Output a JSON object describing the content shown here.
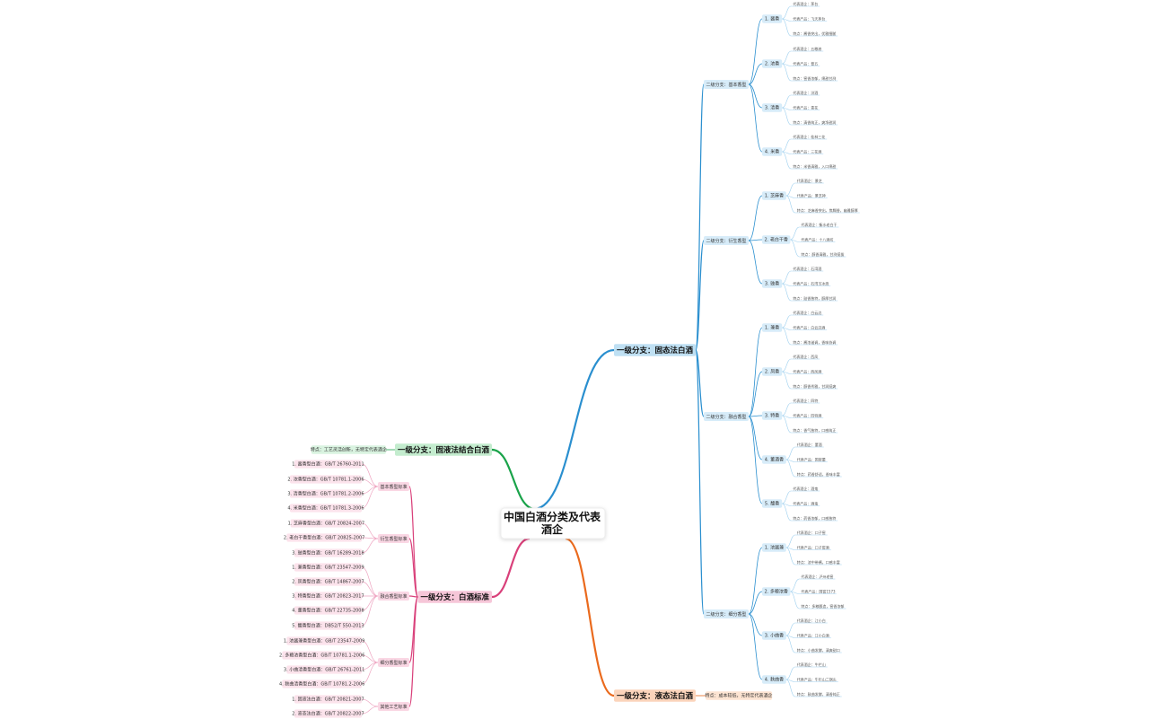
{
  "root": {
    "line1": "中国白酒分类及代表",
    "line2": "酒企"
  },
  "colors": {
    "blue": "#2a8fcf",
    "green": "#1aa34a",
    "pink": "#d9407a",
    "orange": "#ea6a1d"
  },
  "branches": {
    "solid": {
      "label": "一级分支：固态法白酒",
      "groups": [
        {
          "label": "二级分支：基本香型",
          "items": [
            {
              "label": "1. 酱香",
              "leaves": [
                "代表酒企：茅台",
                "代表产品：飞天茅台",
                "特点：酱香突出，优雅细腻"
              ]
            },
            {
              "label": "2. 浓香",
              "leaves": [
                "代表酒企：五粮液",
                "代表产品：普五",
                "特点：窖香浓郁，绵甜甘洌"
              ]
            },
            {
              "label": "3. 清香",
              "leaves": [
                "代表酒企：汾酒",
                "代表产品：青花",
                "特点：清香纯正，爽净甜润"
              ]
            },
            {
              "label": "4. 米香",
              "leaves": [
                "代表酒企：桂林三花",
                "代表产品：三花酒",
                "特点：米香清雅，入口绵甜"
              ]
            }
          ]
        },
        {
          "label": "二级分支：衍生香型",
          "items": [
            {
              "label": "1. 芝麻香",
              "leaves": [
                "代表酒企：景芝",
                "代表产品：景芝神",
                "特点：芝麻香突出，焦糊香，幽雅醇厚"
              ]
            },
            {
              "label": "2. 老白干香",
              "leaves": [
                "代表酒企：衡水老白干",
                "代表产品：十八酒坊",
                "特点：醇香清雅，甘洌挺拔"
              ]
            },
            {
              "label": "3. 豉香",
              "leaves": [
                "代表酒企：石湾酒",
                "代表产品：石湾玉冰烧",
                "特点：豉香独特，醇厚甘润"
              ]
            }
          ]
        },
        {
          "label": "二级分支：融合香型",
          "items": [
            {
              "label": "1. 兼香",
              "leaves": [
                "代表酒企：白云边",
                "代表产品：白云边酒",
                "特点：酱浓谐调，香味协调"
              ]
            },
            {
              "label": "2. 凤香",
              "leaves": [
                "代表酒企：西凤",
                "代表产品：西凤酒",
                "特点：醇香秀雅，甘润挺爽"
              ]
            },
            {
              "label": "3. 特香",
              "leaves": [
                "代表酒企：四特",
                "代表产品：四特酒",
                "特点：香气独特，口感纯正"
              ]
            },
            {
              "label": "4. 董酒香",
              "leaves": [
                "代表酒企：董酒",
                "代表产品：国密董",
                "特点：药香舒适，香味丰富"
              ]
            },
            {
              "label": "5. 馥香",
              "leaves": [
                "代表酒企：酒鬼",
                "代表产品：酒鬼",
                "特点：药香浓郁，口感独特"
              ]
            }
          ]
        },
        {
          "label": "二级分支：细分香型",
          "items": [
            {
              "label": "1. 浓酱兼",
              "leaves": [
                "代表酒企：口子窖",
                "代表产品：口子窖酒",
                "特点：浓中带酱，口感丰富"
              ]
            },
            {
              "label": "2. 多粮浓香",
              "leaves": [
                "代表酒企：泸州老窖",
                "代表产品：国窖1573",
                "特点：多粮酿造，窖香浓郁"
              ]
            },
            {
              "label": "3. 小曲香",
              "leaves": [
                "代表酒企：江小白",
                "代表产品：江小白酒",
                "特点：小曲发酵，清爽甜口"
              ]
            },
            {
              "label": "4. 麸曲香",
              "leaves": [
                "代表酒企：牛栏山",
                "代表产品：牛栏山二锅头",
                "特点：麸曲发酵，清香纯正"
              ]
            }
          ]
        }
      ]
    },
    "mixed": {
      "label": "一级分支：固液法结合白酒",
      "note": "特点：工艺灵活创新，无特定代表酒企"
    },
    "standard": {
      "label": "一级分支：白酒标准",
      "groups": [
        {
          "label": "基本香型标准",
          "items": [
            "1. 酱香型白酒：GB/T 26760-2011",
            "2. 浓香型白酒：GB/T 10781.1-2006",
            "3. 清香型白酒：GB/T 10781.2-2006",
            "4. 米香型白酒：GB/T 10781.3-2006"
          ]
        },
        {
          "label": "衍生香型标准",
          "items": [
            "1. 芝麻香型白酒：GB/T 20824-2007",
            "2. 老白干香型白酒：GB/T 20825-2007",
            "3. 豉香型白酒：GB/T 16289-2018"
          ]
        },
        {
          "label": "融合香型标准",
          "items": [
            "1. 兼香型白酒：GB/T 23547-2009",
            "2. 凤香型白酒：GB/T 14867-2007",
            "3. 特香型白酒：GB/T 20823-2017",
            "4. 董香型白酒：GB/T 22735-2008",
            "5. 馥香型白酒：DB52/T 550-2013"
          ]
        },
        {
          "label": "细分香型标准",
          "items": [
            "1. 浓酱兼香型白酒：GB/T 23547-2009",
            "2. 多粮浓香型白酒：GB/T 10781.1-2006",
            "3. 小曲清香型白酒：GB/T 26761-2011",
            "4. 麸曲清香型白酒：GB/T 10781.2-2006"
          ]
        },
        {
          "label": "其他工艺标准",
          "items": [
            "1. 固液法白酒：GB/T 20821-2007",
            "2. 液态法白酒：GB/T 20822-2007"
          ]
        }
      ]
    },
    "liquid": {
      "label": "一级分支：液态法白酒",
      "note": "特点：成本较低，无特定代表酒企"
    }
  }
}
